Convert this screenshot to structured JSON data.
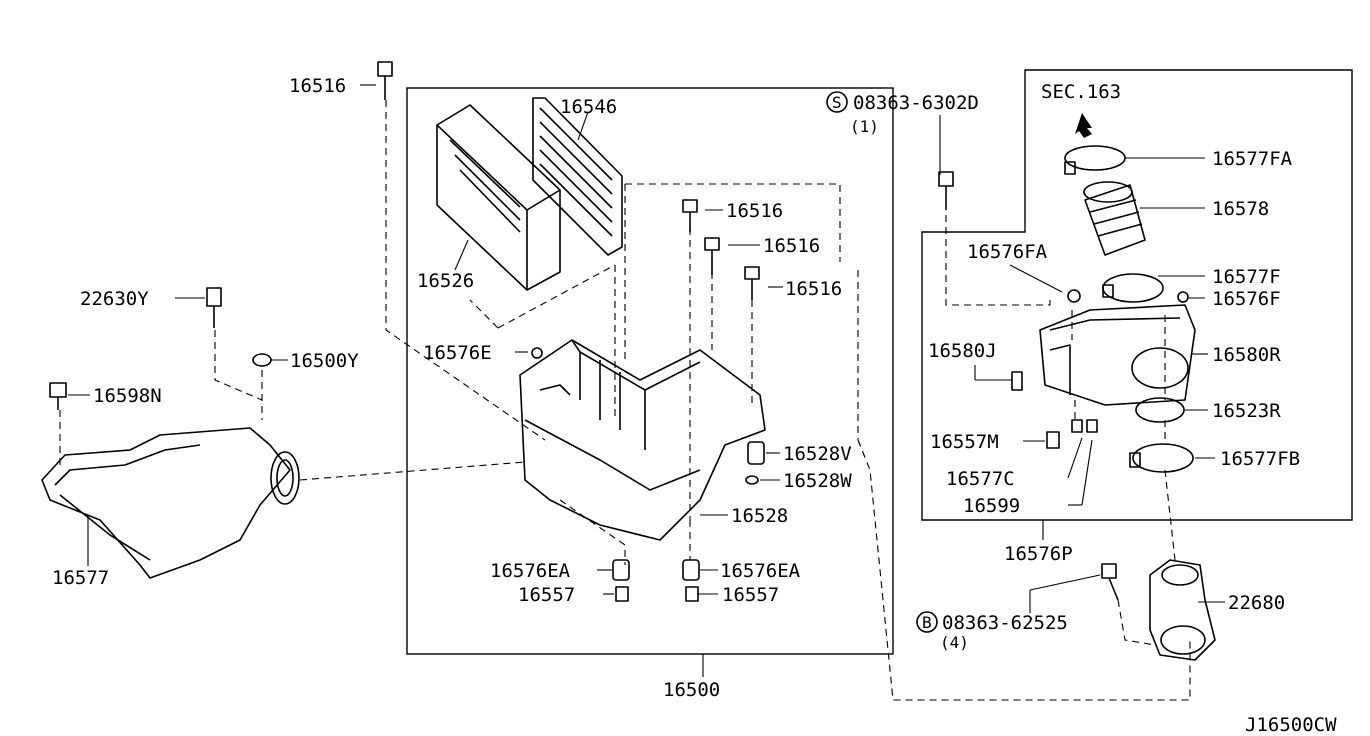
{
  "diagram": {
    "code": "J16500CW",
    "sec_ref": "SEC.163",
    "labels": {
      "p16516_top": "16516",
      "p16546": "16546",
      "p16526": "16526",
      "p16516_a": "16516",
      "p16516_b": "16516",
      "p16516_c": "16516",
      "p22630Y": "22630Y",
      "p16500Y": "16500Y",
      "p16576E": "16576E",
      "p16598N": "16598N",
      "p16528V": "16528V",
      "p16528W": "16528W",
      "p16528": "16528",
      "p16577": "16577",
      "p16576EA_l": "16576EA",
      "p16576EA_r": "16576EA",
      "p16557_l": "16557",
      "p16557_r": "16557",
      "p16500": "16500",
      "s_bolt": "08363-6302D",
      "s_bolt_qty": "(1)",
      "p16577FA": "16577FA",
      "p16578": "16578",
      "p16576FA": "16576FA",
      "p16577F": "16577F",
      "p16576F": "16576F",
      "p16580J": "16580J",
      "p16580R": "16580R",
      "p16523R": "16523R",
      "p16557M": "16557M",
      "p16577FB": "16577FB",
      "p16577C": "16577C",
      "p16599": "16599",
      "p16576P": "16576P",
      "b_bolt": "08363-62525",
      "b_bolt_qty": "(4)",
      "p22680": "22680"
    },
    "symbols": {
      "s_mark": "S",
      "b_mark": "B"
    }
  }
}
